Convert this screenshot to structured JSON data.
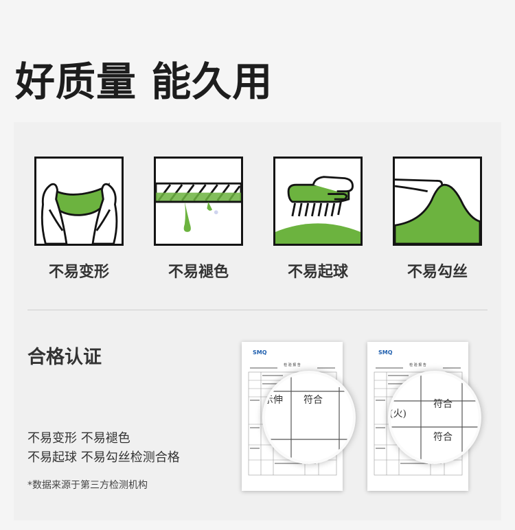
{
  "page_title": "好质量 能久用",
  "features": [
    {
      "label": "不易变形",
      "icon": "hands-stretching-fabric-icon"
    },
    {
      "label": "不易褪色",
      "icon": "twisted-rope-dripping-icon"
    },
    {
      "label": "不易起球",
      "icon": "brush-on-fabric-icon"
    },
    {
      "label": "不易勾丝",
      "icon": "fabric-snag-icon"
    }
  ],
  "certification": {
    "title": "合格认证",
    "line1": "不易变形 不易褪色",
    "line2": "不易起球 不易勾丝检测合格",
    "note": "*数据来源于第三方检测机构"
  },
  "reports": [
    {
      "brand": "SMQ",
      "doc_title": "检 验 报 告",
      "mag_left": "示伸",
      "mag_right": "符合",
      "mag_right2": ""
    },
    {
      "brand": "SMQ",
      "doc_title": "检 验 报 告",
      "mag_left": "(火)",
      "mag_right": "符合",
      "mag_right2": "符合"
    }
  ],
  "colors": {
    "accent_green": "#6cb33f",
    "title": "#1d1d1d"
  }
}
